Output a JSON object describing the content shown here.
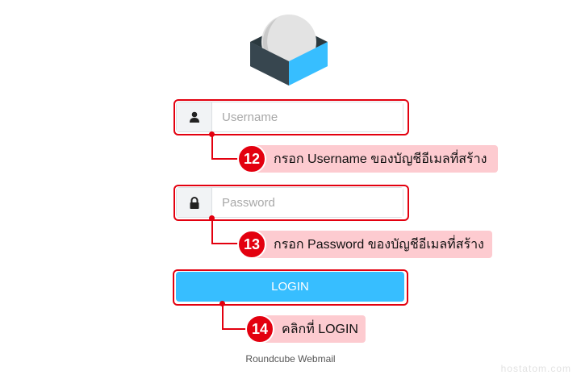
{
  "username": {
    "placeholder": "Username",
    "value": ""
  },
  "password": {
    "placeholder": "Password",
    "value": ""
  },
  "login_label": "LOGIN",
  "footer": "Roundcube Webmail",
  "callouts": [
    {
      "number": "12",
      "text": "กรอก Username ของบัญชีอีเมลที่สร้าง"
    },
    {
      "number": "13",
      "text": "กรอก Password ของบัญชีอีเมลที่สร้าง"
    },
    {
      "number": "14",
      "text": "คลิกที่ LOGIN"
    }
  ],
  "watermark": "hostatom.com",
  "colors": {
    "accent": "#37beff",
    "annotation": "#e3000f",
    "label_bg": "#fdcbd0"
  }
}
